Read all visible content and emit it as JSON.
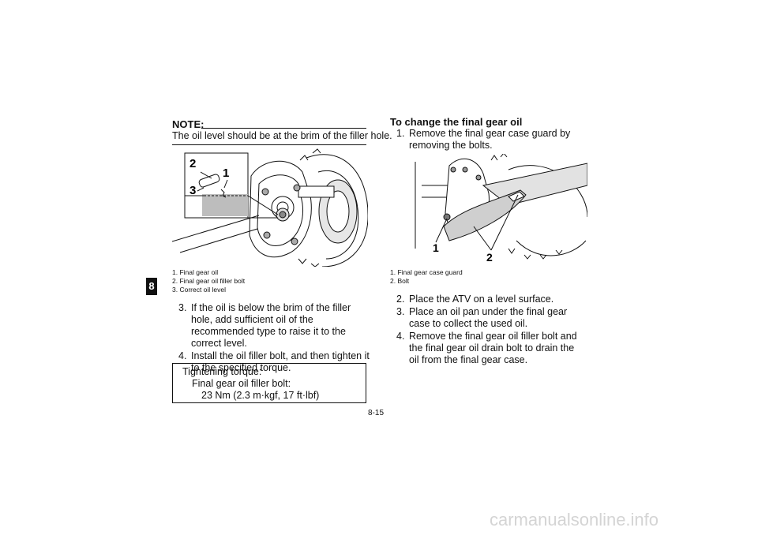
{
  "section_tab": "8",
  "left": {
    "note_label": "NOTE:",
    "note_text": "The oil level should be at the brim of the filler hole.",
    "figure_callouts": [
      "2",
      "1",
      "3"
    ],
    "captions": [
      "1.  Final gear oil",
      "2.  Final gear oil filler bolt",
      "3.  Correct oil level"
    ],
    "steps": [
      {
        "num": "3.",
        "text": "If the oil is below the brim of the filler hole, add sufficient oil of the recommended type to raise it to the correct level."
      },
      {
        "num": "4.",
        "text": "Install the oil filler bolt, and then tighten it to the specified torque."
      }
    ],
    "torque": {
      "title": "Tightening torque:",
      "item": "Final gear oil filler bolt:",
      "value": "23 Nm (2.3 m·kgf, 17 ft·lbf)"
    }
  },
  "right": {
    "heading": "To change the final gear oil",
    "step1": {
      "num": "1.",
      "text": "Remove the final gear case guard by removing the bolts."
    },
    "figure_callouts": [
      "1",
      "2"
    ],
    "captions": [
      "1.  Final gear case guard",
      "2.  Bolt"
    ],
    "steps": [
      {
        "num": "2.",
        "text": "Place the ATV on a level surface."
      },
      {
        "num": "3.",
        "text": "Place an oil pan under the final gear case to collect the used oil."
      },
      {
        "num": "4.",
        "text": "Remove the final gear oil filler bolt and the final gear oil drain bolt to drain the oil from the final gear case."
      }
    ]
  },
  "page_number": "8-15",
  "watermark": "carmanualsonline.info"
}
